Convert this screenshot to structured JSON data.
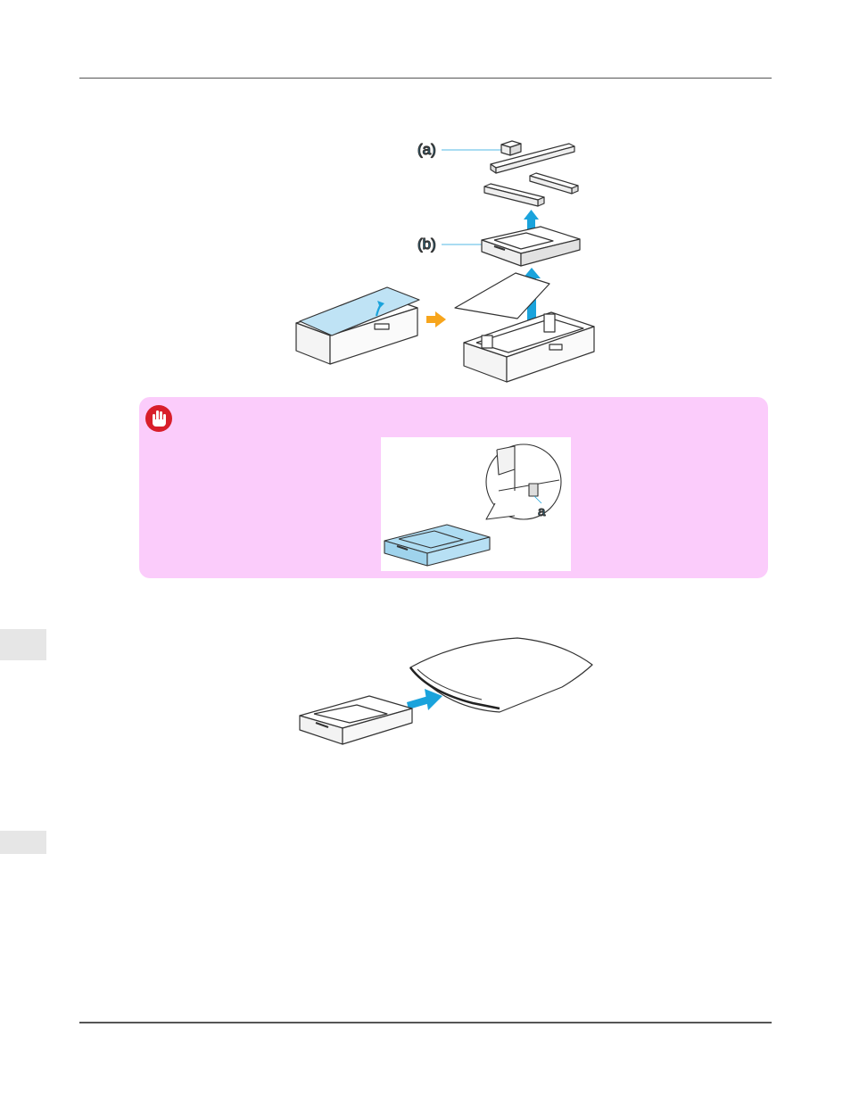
{
  "figure1": {
    "callout_a": "(a)",
    "callout_b": "(b)",
    "colors": {
      "callout": "#1aa3dc",
      "arrow_orange": "#f7a51c",
      "lid_blue": "#bfe3f5"
    }
  },
  "important_box": {
    "icon": "hand-stop-icon",
    "background": "#fbccfb",
    "inset_label": "a"
  },
  "figure3": {
    "colors": {
      "arrow_blue": "#1aa3dc"
    }
  }
}
